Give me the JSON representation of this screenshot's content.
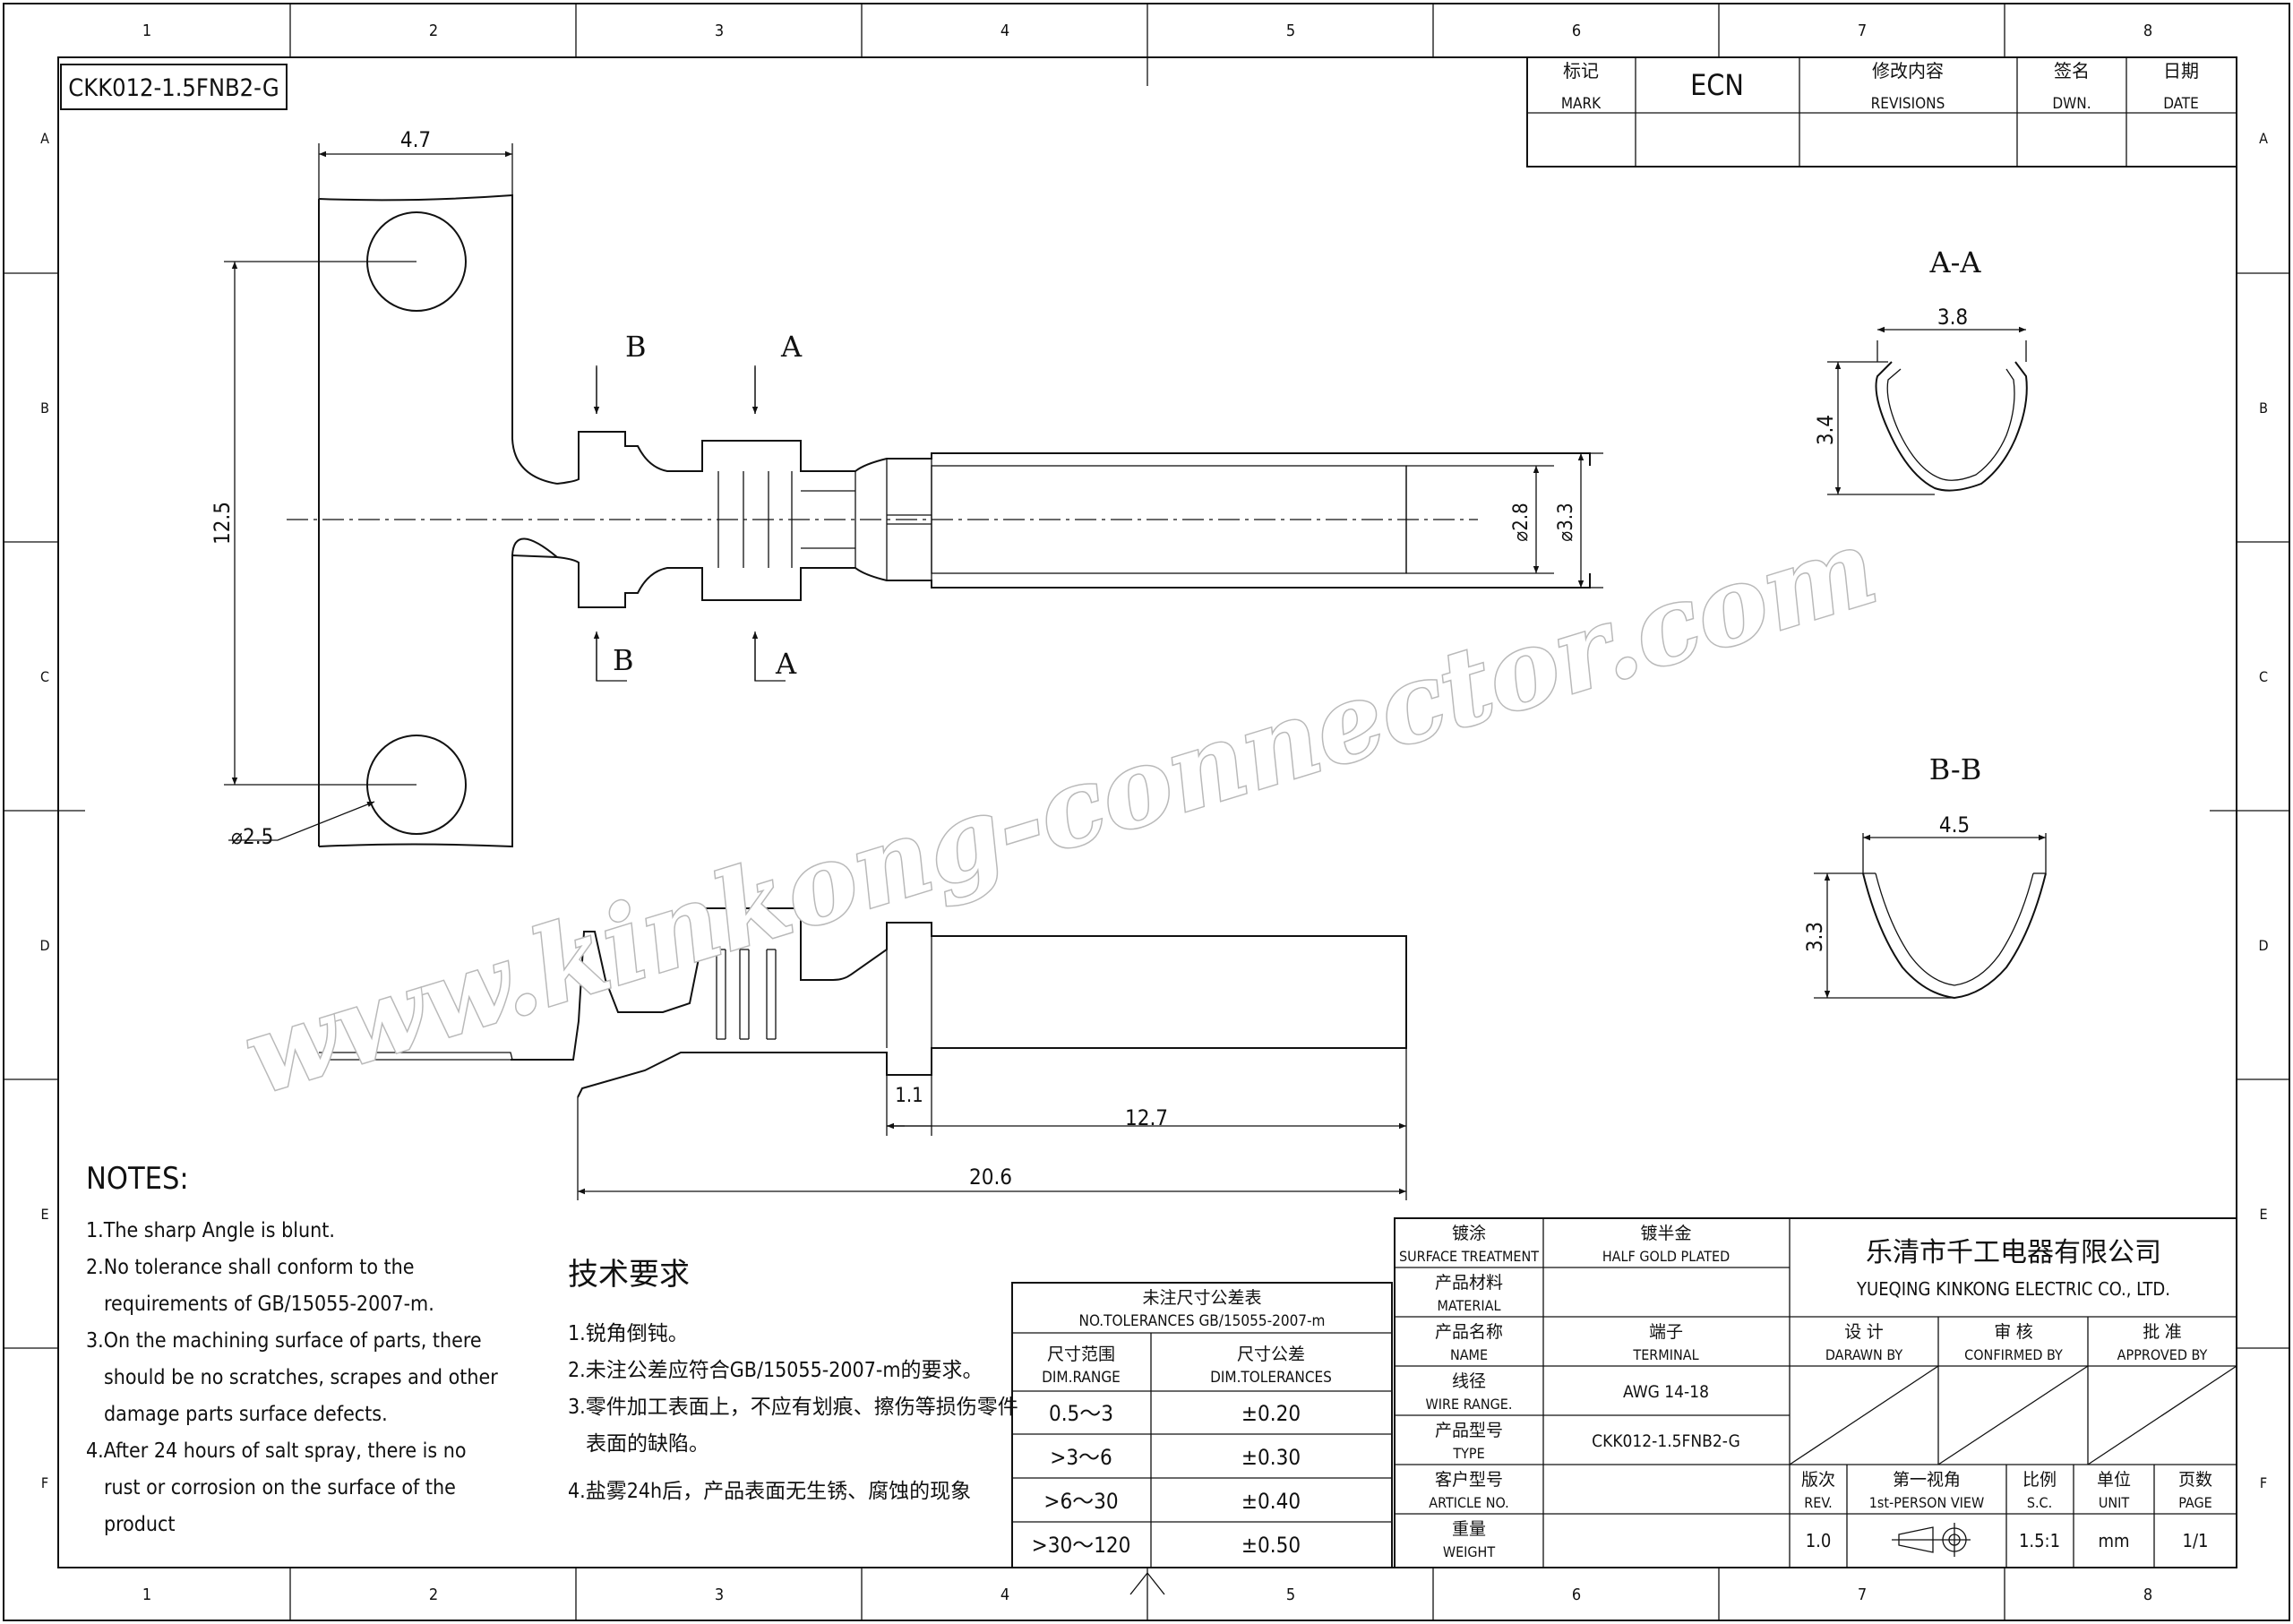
{
  "grid": {
    "cols": [
      "1",
      "2",
      "3",
      "4",
      "5",
      "6",
      "7",
      "8"
    ],
    "rows": [
      "A",
      "B",
      "C",
      "D",
      "E",
      "F"
    ]
  },
  "part_no_box": "CKK012-1.5FNB2-G",
  "revision_table": {
    "mark_cn": "标记",
    "mark_en": "MARK",
    "ecn": "ECN",
    "rev_cn": "修改内容",
    "rev_en": "REVISIONS",
    "dwn_cn": "签名",
    "dwn_en": "DWN.",
    "date_cn": "日期",
    "date_en": "DATE"
  },
  "dims": {
    "top_width": "4.7",
    "vertical_pitch": "12.5",
    "hole_dia": "⌀2.5",
    "bore_inner": "⌀2.8",
    "bore_outer": "⌀3.3",
    "shoulder": "1.1",
    "barrel_length": "12.7",
    "overall_length": "20.6"
  },
  "section_markers": {
    "a": "A",
    "b": "B"
  },
  "section_aa": {
    "title": "A-A",
    "width": "3.8",
    "height": "3.4"
  },
  "section_bb": {
    "title": "B-B",
    "width": "4.5",
    "height": "3.3"
  },
  "watermark": "www.kinkong-connector.com",
  "notes_en": {
    "title": "NOTES:",
    "lines": [
      "1.The sharp Angle is blunt.",
      "2.No tolerance shall conform to the",
      "requirements of GB/15055-2007-m.",
      "3.On the machining surface of parts, there",
      "should be no scratches, scrapes and other",
      "damage parts surface defects.",
      "4.After 24 hours of salt spray, there is no",
      "rust or corrosion on the surface of the",
      "product"
    ]
  },
  "notes_cn": {
    "title": "技术要求",
    "lines": [
      "1.锐角倒钝。",
      "2.未注公差应符合GB/15055-2007-m的要求。",
      "3.零件加工表面上，不应有划痕、擦伤等损伤零件",
      "表面的缺陷。",
      "4.盐雾24h后，产品表面无生锈、腐蚀的现象"
    ]
  },
  "tolerance_table": {
    "title_cn": "未注尺寸公差表",
    "title_en": "NO.TOLERANCES GB/15055-2007-m",
    "range_cn": "尺寸范围",
    "range_en": "DIM.RANGE",
    "tol_cn": "尺寸公差",
    "tol_en": "DIM.TOLERANCES",
    "rows": [
      {
        "range": "0.5～3",
        "tol": "±0.20"
      },
      {
        "range": ">3～6",
        "tol": "±0.30"
      },
      {
        "range": ">6～30",
        "tol": "±0.40"
      },
      {
        "range": ">30～120",
        "tol": "±0.50"
      }
    ]
  },
  "title_block": {
    "surface_cn": "镀涂",
    "surface_en": "SURFACE TREATMENT",
    "surface_val_cn": "镀半金",
    "surface_val_en": "HALF GOLD PLATED",
    "material_cn": "产品材料",
    "material_en": "MATERIAL",
    "name_cn": "产品名称",
    "name_en": "NAME",
    "name_val_cn": "端子",
    "name_val_en": "TERMINAL",
    "wire_cn": "线径",
    "wire_en": "WIRE RANGE.",
    "wire_val": "AWG 14-18",
    "type_cn": "产品型号",
    "type_en": "TYPE",
    "type_val": "CKK012-1.5FNB2-G",
    "article_cn": "客户型号",
    "article_en": "ARTICLE NO.",
    "weight_cn": "重量",
    "weight_en": "WEIGHT",
    "company_cn": "乐清市千工电器有限公司",
    "company_en": "YUEQING KINKONG ELECTRIC CO., LTD.",
    "drawn_cn": "设 计",
    "drawn_en": "DARAWN BY",
    "confirmed_cn": "审 核",
    "confirmed_en": "CONFIRMED BY",
    "approved_cn": "批 准",
    "approved_en": "APPROVED BY",
    "rev_cn": "版次",
    "rev_en": "REV.",
    "view_cn": "第一视角",
    "view_en": "1st-PERSON VIEW",
    "scale_cn": "比例",
    "scale_en": "S.C.",
    "unit_cn": "单位",
    "unit_en": "UNIT",
    "page_cn": "页数",
    "page_en": "PAGE",
    "rev_val": "1.0",
    "scale_val": "1.5:1",
    "unit_val": "mm",
    "page_val": "1/1"
  }
}
